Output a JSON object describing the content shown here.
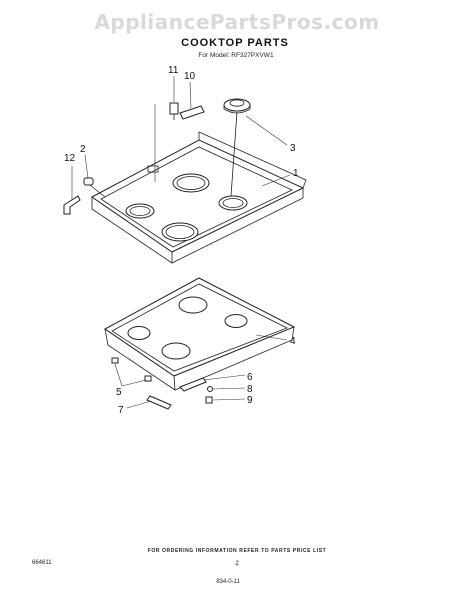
{
  "watermark": "AppliancePartsPros.com",
  "title": "COOKTOP PARTS",
  "model": "For Model: RF327PXVW1",
  "callouts": [
    "11",
    "10",
    "3",
    "1",
    "12",
    "2",
    "4",
    "5",
    "6",
    "8",
    "7",
    "9"
  ],
  "footer": {
    "ordering_note": "FOR ORDERING INFORMATION REFER TO PARTS PRICE LIST",
    "doc_number": "664611",
    "page_number": "2",
    "date_code": "834-0-11"
  }
}
